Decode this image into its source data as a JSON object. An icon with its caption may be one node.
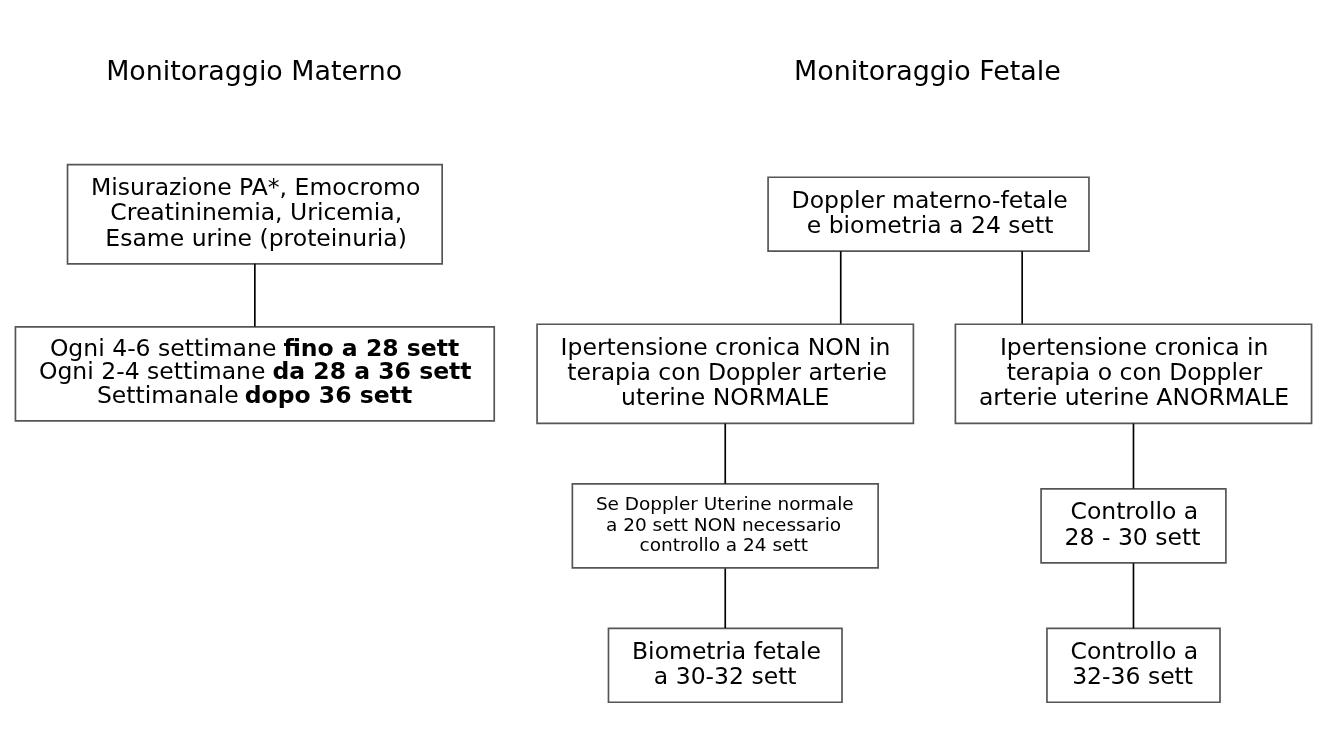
{
  "diagram": {
    "nodes": [
      {
        "text": [
          "Misurazione PA*, Emocromo Creatininemia, Uricemia, Esame urine (proteinuria)"
        ]
      },
      {
        "text": [
          "Ogni 4-6 settimane **fino a 28 sett** Ogni 2-4 settimane **da 28 a 36 sett** Settimanale **dopo 36 sett**"
        ]
      },
      {
        "text": [
          "Doppler materno-fetale e biometria a 24 sett"
        ]
      },
      {
        "text": [
          "Ipertensione cronica NON in terapia con Doppler arterie uterine NORMALE"
        ]
      },
      {
        "text": [
          "Ipertensione cronica in terapia o con Doppler arterie uterine ANORMALE"
        ]
      },
      {
        "text": [
          "Se Doppler Uterine normale a 20 sett NON necessario controllo a 24 sett"
        ]
      },
      {
        "text": [
          "Controllo a 28 - 30 sett"
        ]
      },
      {
        "text": [
          "Biometria fetale a 30-32 sett"
        ]
      },
      {
        "text": [
          "Controllo a 32-36 sett"
        ]
      }
    ],
    "edges": [
      {
        "from": 0,
        "to": 1,
        "arrow": "none"
      },
      {
        "from": 2,
        "to": 3,
        "arrow": "none"
      },
      {
        "from": 2,
        "to": 4,
        "arrow": "none"
      },
      {
        "from": 3,
        "to": 5,
        "arrow": "none"
      },
      {
        "from": 4,
        "to": 6,
        "arrow": "none"
      },
      {
        "from": 5,
        "to": 7,
        "arrow": "none"
      },
      {
        "from": 6,
        "to": 8,
        "arrow": "none"
      }
    ],
    "labels": [
      "Monitoraggio Materno",
      "Monitoraggio Fetale"
    ]
  }
}
